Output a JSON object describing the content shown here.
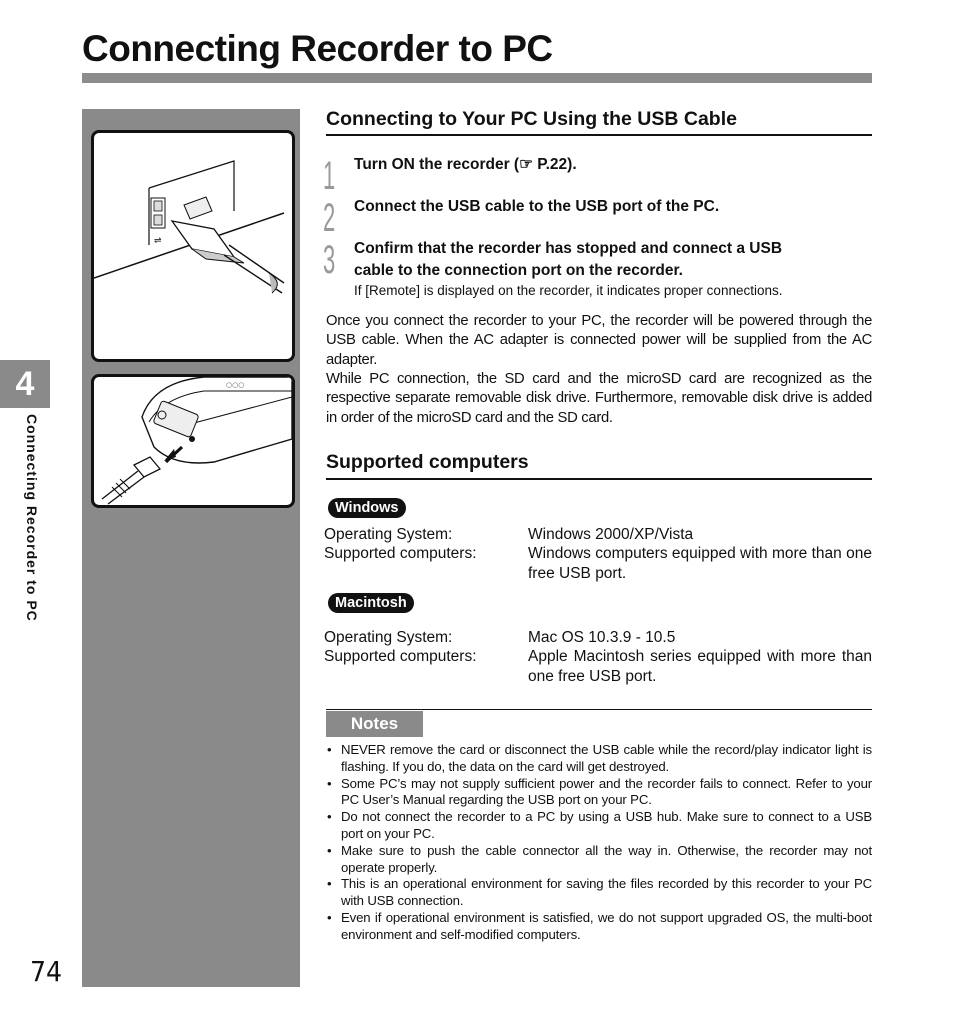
{
  "title": "Connecting Recorder to PC",
  "chapter": {
    "number": "4",
    "side_label": "Connecting Recorder to PC"
  },
  "page_number": "74",
  "usb_section": {
    "heading": "Connecting to Your PC Using the USB Cable",
    "steps": [
      {
        "num": "1",
        "text": "Turn ON the recorder (☞ P.22)."
      },
      {
        "num": "2",
        "text": "Connect the USB cable to the USB port of the PC."
      },
      {
        "num": "3",
        "text_line1": "Confirm that the recorder has stopped and connect a USB",
        "text_line2": "cable to the connection port on the recorder.",
        "sub": "If [Remote] is displayed on the recorder, it indicates proper connections."
      }
    ],
    "paragraph1": "Once you connect the recorder to your PC, the recorder will be powered through the USB cable. When the AC adapter is connected power will be supplied from the AC adapter.",
    "paragraph2": "While PC connection, the SD card and the microSD card are recognized as the respective separate removable disk drive. Furthermore, removable disk drive is added in order of the microSD card and the SD card."
  },
  "supported": {
    "heading": "Supported computers",
    "windows": {
      "badge": "Windows",
      "os_label": "Operating System:",
      "os_value": "Windows 2000/XP/Vista",
      "pc_label": "Supported computers:",
      "pc_value": "Windows computers equipped with more than one free USB port."
    },
    "mac": {
      "badge": "Macintosh",
      "os_label": "Operating System:",
      "os_value": "Mac OS 10.3.9 - 10.5",
      "pc_label": "Supported computers:",
      "pc_value": "Apple Macintosh series equipped with more than one free USB port."
    }
  },
  "notes": {
    "heading": "Notes",
    "items": [
      "NEVER remove the card or disconnect the USB cable while the record/play indicator light is flashing. If you do, the data on the card will get destroyed.",
      "Some PC’s may not supply sufficient power and the recorder fails to connect. Refer to your PC User’s Manual regarding the USB port on your PC.",
      "Do not connect the recorder to a PC by using a USB hub. Make sure to connect to a USB port on your PC.",
      "Make sure to push the cable connector all the way in. Otherwise, the recorder may not operate properly.",
      "This is an operational environment for saving the files recorded by this recorder to your PC with USB connection.",
      "Even if operational environment is satisfied, we do not support upgraded OS, the multi-boot environment and self-modified computers."
    ]
  }
}
